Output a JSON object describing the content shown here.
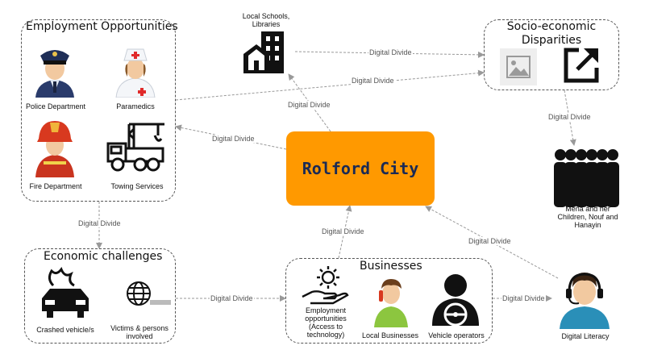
{
  "groups": {
    "employment": "Employment Opportunities",
    "socio": "Socio-economic Disparities",
    "economic": "Economic challenges",
    "businesses": "Businesses"
  },
  "nodes": {
    "police": "Police Department",
    "paramedics": "Paramedics",
    "fire": "Fire Department",
    "towing": "Towing Services",
    "schools": "Local Schools, Libraries",
    "city": "Rolford City",
    "family": "Mena and her Children, Nouf and Hanayin",
    "crashed": "Crashed vehicle/s",
    "victims": "Victims & persons involved",
    "employment_opps": "Employment opportunities (Access to technology)",
    "local_biz": "Local Businesses",
    "vehicle_ops": "Vehicle operators",
    "literacy": "Digital Literacy"
  },
  "edge_label": "Digital Divide",
  "colors": {
    "city_fill": "#ff9900",
    "city_text": "#1a2a55",
    "edge": "#999999"
  }
}
